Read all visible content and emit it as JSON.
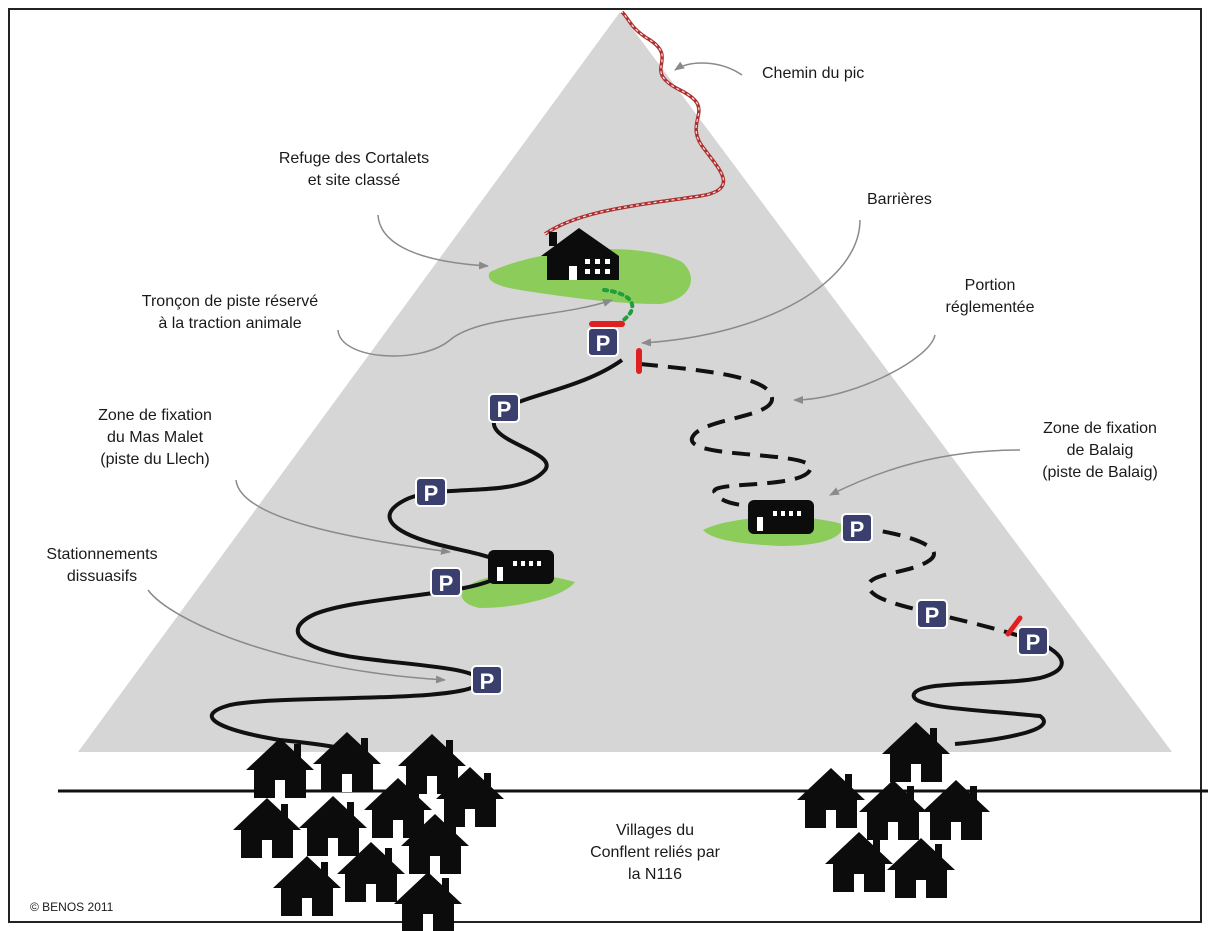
{
  "labels": {
    "chemin": "Chemin du pic",
    "refuge": [
      "Refuge des Cortalets",
      "et site classé"
    ],
    "barrieres": "Barrières",
    "troncon": [
      "Tronçon de piste réservé",
      "à la traction animale"
    ],
    "portion": [
      "Portion",
      "réglementée"
    ],
    "mas_malet": [
      "Zone de fixation",
      "du Mas Malet",
      "(piste du Llech)"
    ],
    "balaig": [
      "Zone de fixation",
      "de Balaig",
      "(piste de Balaig)"
    ],
    "stationnements": [
      "Stationnements",
      "dissuasifs"
    ],
    "villages": [
      "Villages du",
      "Conflent reliés par",
      "la N116"
    ]
  },
  "parking_letter": "P",
  "copyright": "© BENOS 2011",
  "colors": {
    "mountain": "#d6d6d6",
    "meadow": "#8ccc5a",
    "road": "#111111",
    "barrier": "#e02020",
    "parking_fill": "#3a3f6e",
    "trail": "#b03030",
    "arrow": "#8a8a8a"
  }
}
